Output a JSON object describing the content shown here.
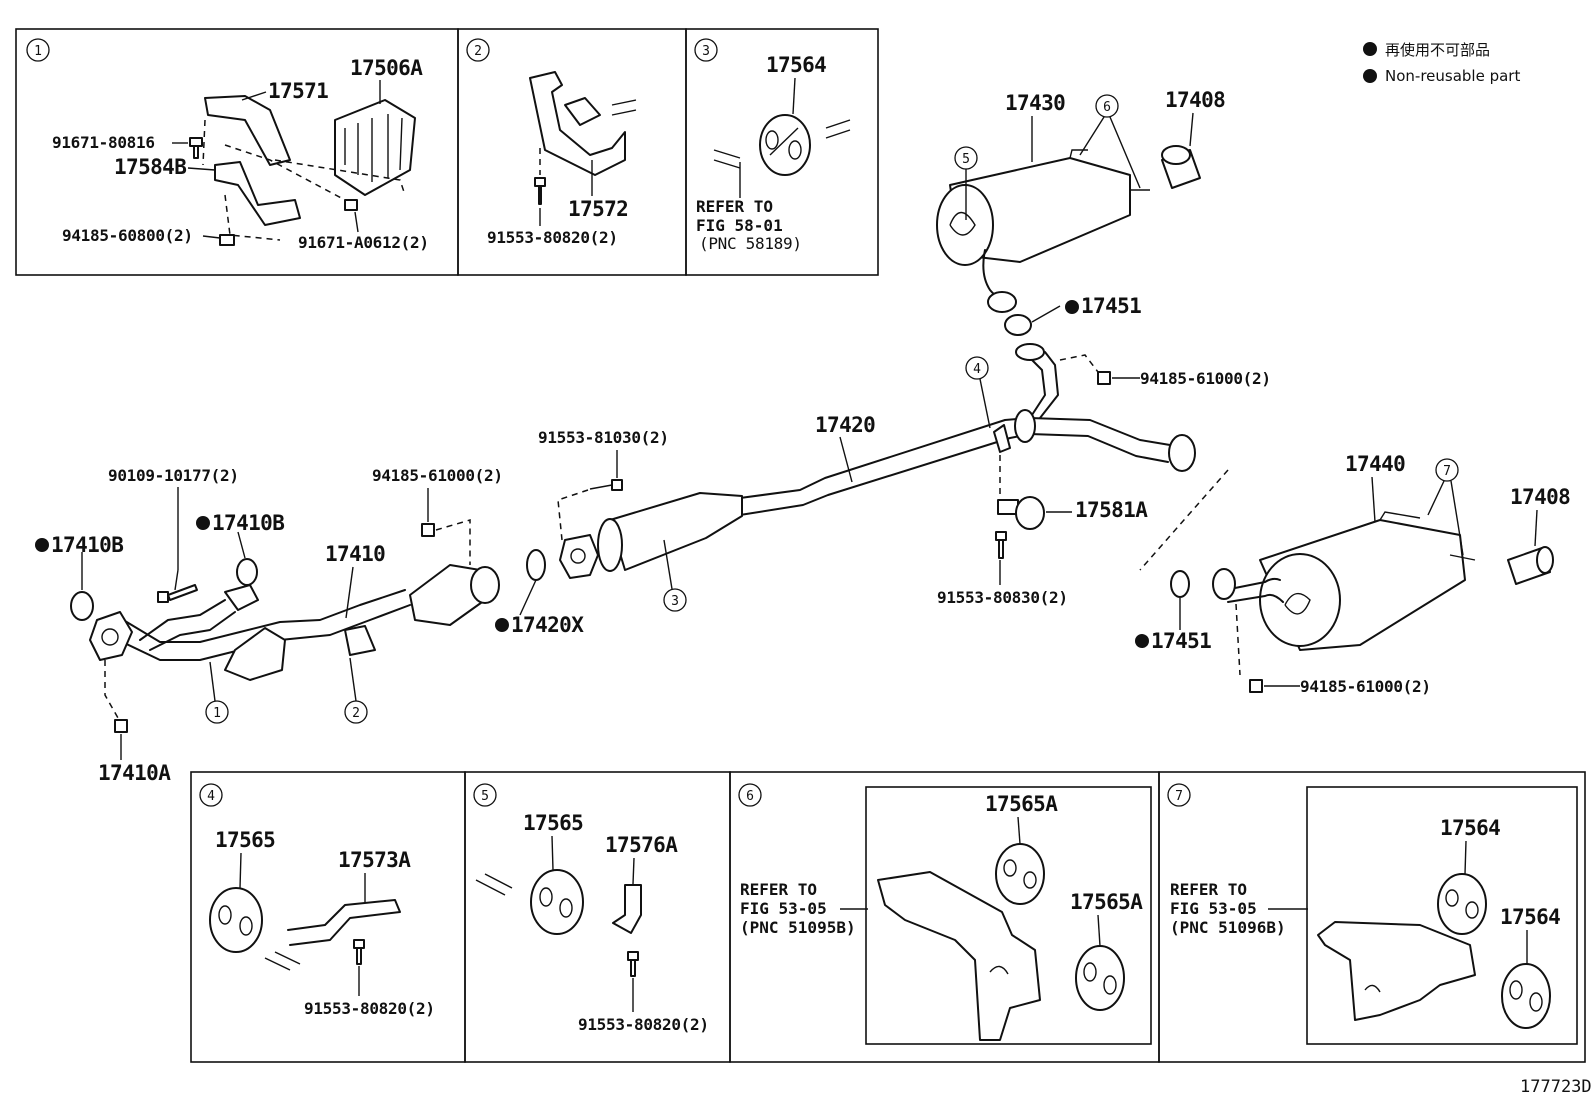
{
  "legend": {
    "line1": "再使用不可部品",
    "line2": "Non-reusable part"
  },
  "figure_code": "177723D",
  "detail_1": {
    "index": "1",
    "part_17506A": "17506A",
    "part_17571": "17571",
    "bolt_a": "91671-80816",
    "part_17584B": "17584B",
    "nut_a": "94185-60800(2)",
    "bolt_b": "91671-A0612(2)"
  },
  "detail_2": {
    "index": "2",
    "part_17572": "17572",
    "bolt": "91553-80820(2)"
  },
  "detail_3": {
    "index": "3",
    "part_17564": "17564",
    "refer_line1": "REFER TO",
    "refer_line2": "FIG 58-01",
    "refer_line3": "(PNC 58189)"
  },
  "main": {
    "p17430": "17430",
    "p17408_top": "17408",
    "callout6": "6",
    "callout5": "5",
    "p17451_top": "17451",
    "nut_top": "94185-61000(2)",
    "callout4": "4",
    "p17420": "17420",
    "bolt_81030": "91553-81030(2)",
    "p17581A": "17581A",
    "bolt_80830": "91553-80830(2)",
    "p17440": "17440",
    "callout7": "7",
    "p17408_right": "17408",
    "p17451_right": "17451",
    "nut_right": "94185-61000(2)",
    "p17420X": "17420X",
    "callout3": "3",
    "bolt_10177": "90109-10177(2)",
    "nut_mid": "94185-61000(2)",
    "p17410B_left": "17410B",
    "p17410B_mid": "17410B",
    "p17410": "17410",
    "callout1": "1",
    "callout2": "2",
    "p17410A": "17410A"
  },
  "detail_4": {
    "index": "4",
    "part_17565": "17565",
    "part_17573A": "17573A",
    "bolt": "91553-80820(2)"
  },
  "detail_5": {
    "index": "5",
    "part_17565": "17565",
    "part_17576A": "17576A",
    "bolt": "91553-80820(2)"
  },
  "detail_6": {
    "index": "6",
    "refer_line1": "REFER TO",
    "refer_line2": "FIG 53-05",
    "refer_line3": "(PNC 51095B)",
    "part_a": "17565A",
    "part_b": "17565A"
  },
  "detail_7": {
    "index": "7",
    "refer_line1": "REFER TO",
    "refer_line2": "FIG 53-05",
    "refer_line3": "(PNC 51096B)",
    "part_a": "17564",
    "part_b": "17564"
  }
}
